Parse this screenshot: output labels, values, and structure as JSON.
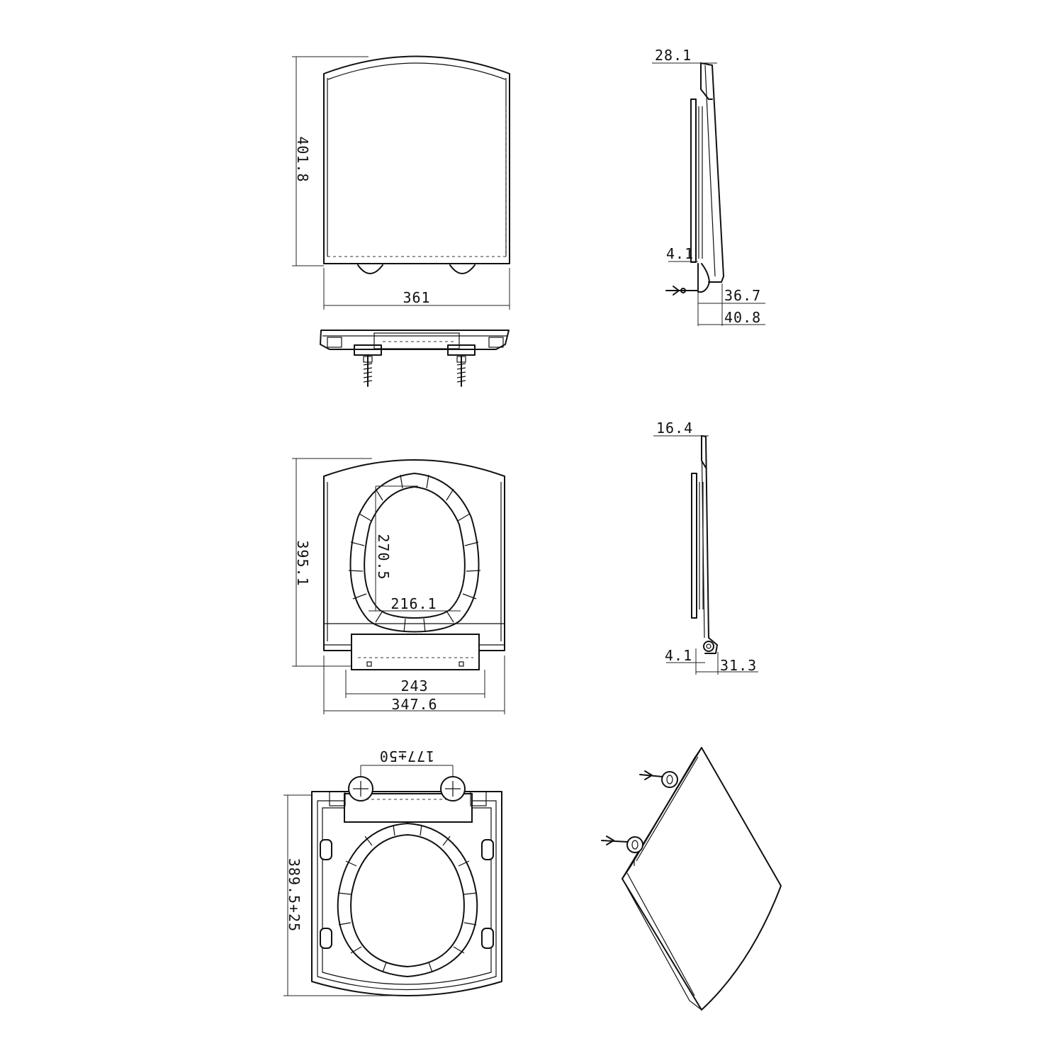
{
  "dimensions": {
    "top_view_height": "401.8",
    "top_view_width": "361",
    "side_top_thickness": "28.1",
    "side_hinge_gap": "4.1",
    "side_depth_a": "36.7",
    "side_depth_b": "40.8",
    "ring_inner_length": "270.5",
    "ring_inner_width": "216.1",
    "ring_view_height": "395.1",
    "hinge_bar_width": "243",
    "ring_view_width": "347.6",
    "side2_top_thickness": "16.4",
    "side2_hinge_gap": "4.1",
    "side2_depth": "31.3",
    "fixing_centres": "177±50",
    "bottom_view_height": "389.5+25"
  },
  "colors": {
    "line": "#111111",
    "background": "#ffffff"
  }
}
